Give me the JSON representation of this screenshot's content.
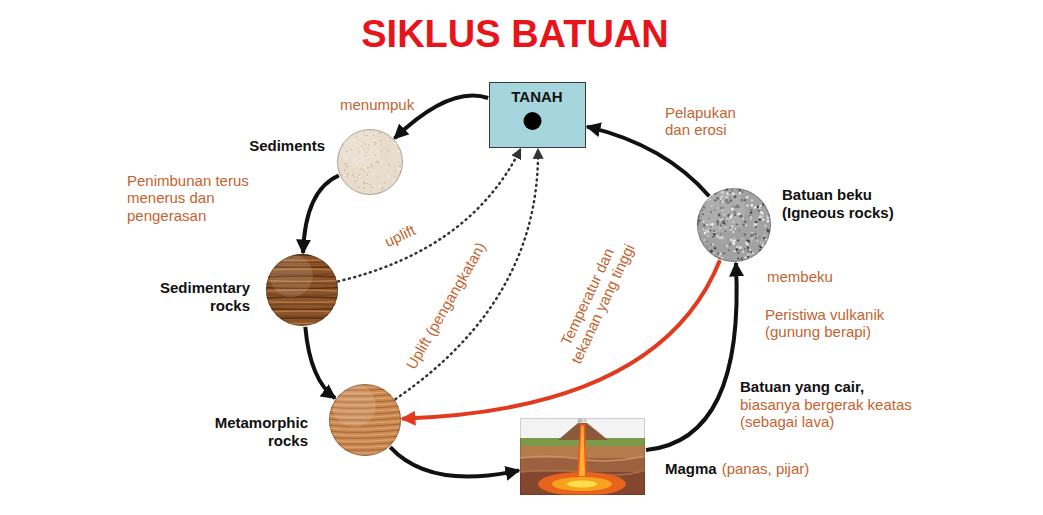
{
  "diagram": {
    "title": "SIKLUS BATUAN",
    "nodes": [
      {
        "text": [
          "TANAH"
        ]
      },
      {
        "text": [
          "Sediments"
        ]
      },
      {
        "text": [
          "Sedimentary rocks"
        ]
      },
      {
        "text": [
          "Metamorphic rocks"
        ]
      },
      {
        "text": [
          "Magma",
          "(panas, pijar)"
        ]
      },
      {
        "text": [
          "Batuan beku (Igneous rocks)"
        ]
      }
    ],
    "edges": [
      {
        "from": 0,
        "to": 1,
        "arrow": "to",
        "label": "menumpuk"
      },
      {
        "from": 1,
        "to": 2,
        "arrow": "to",
        "label": "Penimbunan terus menerus dan pengerasan"
      },
      {
        "from": 2,
        "to": 3,
        "arrow": "to"
      },
      {
        "from": 3,
        "to": 4,
        "arrow": "to"
      },
      {
        "from": 4,
        "to": 5,
        "arrow": "to",
        "label": "membeku"
      },
      {
        "from": 5,
        "to": 0,
        "arrow": "to",
        "label": "Pelapukan dan erosi"
      },
      {
        "from": 2,
        "to": 0,
        "arrow": "to",
        "label": "uplift"
      },
      {
        "from": 3,
        "to": 0,
        "arrow": "to",
        "label": "Uplift (pengangkatan)"
      },
      {
        "from": 5,
        "to": 3,
        "arrow": "to",
        "label": "Temperatur dan tekanan yang tinggi"
      }
    ],
    "labels": [
      "Peristiwa vulkanik (gunung berapi)",
      "Batuan yang cair,",
      "biasanya bergerak keatas (sebagai lava)"
    ]
  }
}
